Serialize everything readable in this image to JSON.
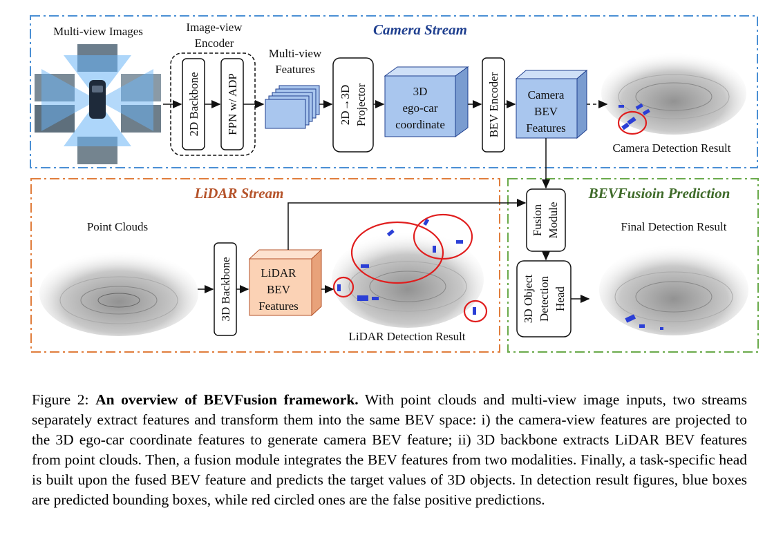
{
  "camera_stream": {
    "title": "Camera Stream",
    "multi_view_images": "Multi-view Images",
    "encoder_title_1": "Image-view",
    "encoder_title_2": "Encoder",
    "backbone_2d": "2D Backbone",
    "fpn": "FPN w/ ADP",
    "features_1": "Multi-view",
    "features_2": "Features",
    "projector_1": "2D→3D",
    "projector_2": "Projector",
    "coord_1": "3D",
    "coord_2": "ego-car",
    "coord_3": "coordinate",
    "bev_encoder": "BEV Encoder",
    "cam_bev_1": "Camera",
    "cam_bev_2": "BEV",
    "cam_bev_3": "Features",
    "result": "Camera Detection Result"
  },
  "lidar_stream": {
    "title": "LiDAR Stream",
    "point_clouds": "Point Clouds",
    "backbone_3d": "3D Backbone",
    "lidar_bev_1": "LiDAR",
    "lidar_bev_2": "BEV",
    "lidar_bev_3": "Features",
    "result": "LiDAR Detection Result"
  },
  "fusion": {
    "title": "BEVFusioin Prediction",
    "module_1": "Fusion",
    "module_2": "Module",
    "head_1": "3D Object",
    "head_2": "Detection",
    "head_3": "Head",
    "result": "Final Detection Result"
  },
  "colors": {
    "camera_border": "#4a8fd4",
    "camera_title": "#1f3f8f",
    "lidar_border": "#e07d3c",
    "lidar_title": "#b5532a",
    "fusion_border": "#6aaa4b",
    "fusion_title": "#3f6b2a",
    "box_blue": "#a9c6ee",
    "box_orange": "#fbd2b5",
    "detection_box": "#2b3fd6",
    "false_positive": "#e01e1e"
  },
  "caption": {
    "figure": "Figure 2: ",
    "bold": "An overview of BEVFusion framework.",
    "text": " With point clouds and multi-view image inputs, two streams separately extract features and transform them into the same BEV space: i) the camera-view features are projected to the 3D ego-car coordinate features to generate camera BEV feature; ii) 3D backbone extracts LiDAR BEV features from point clouds. Then, a fusion module integrates the BEV features from two modalities. Finally, a task-specific head is built upon the fused BEV feature and predicts the target values of 3D objects. In detection result figures, blue boxes are predicted bounding boxes, while red circled ones are the false positive predictions."
  }
}
